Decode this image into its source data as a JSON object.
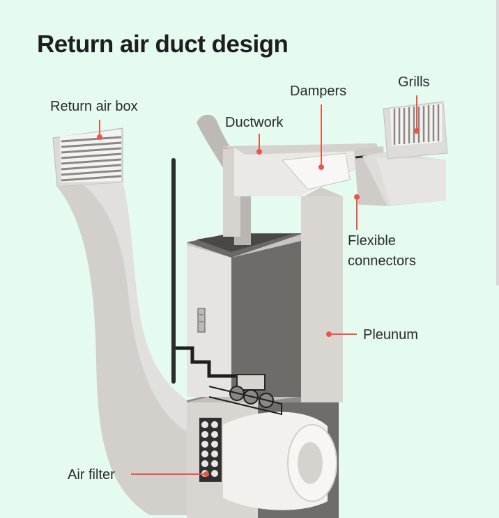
{
  "title": "Return air duct design",
  "labels": {
    "return_air_box": "Return air box",
    "ductwork": "Ductwork",
    "dampers": "Dampers",
    "grills": "Grills",
    "flexible_connectors_line1": "Flexible",
    "flexible_connectors_line2": "connectors",
    "pleunum": "Pleunum",
    "air_filter": "Air filter"
  },
  "colors": {
    "background": "#e6fbef",
    "duct_light": "#e4e2df",
    "duct_mid": "#c9c6c2",
    "duct_dark": "#7d7a77",
    "callout": "#e8574a",
    "text": "#2a2a2a"
  }
}
